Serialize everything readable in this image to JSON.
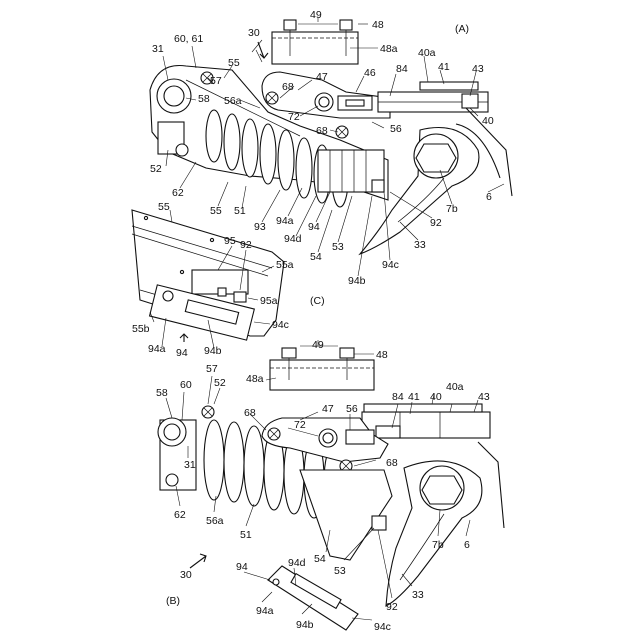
{
  "views": {
    "A": {
      "caption": "(A)",
      "labels": {
        "l49": "49",
        "l48": "48",
        "l30": "30",
        "l31": "31",
        "l6061": "60, 61",
        "l55": "55",
        "l48a": "48a",
        "l40a": "40a",
        "l57": "57",
        "l47": "47",
        "l46": "46",
        "l84": "84",
        "l41": "41",
        "l43": "43",
        "l68": "68",
        "l56a": "56a",
        "l58": "58",
        "l72": "72",
        "l40": "40",
        "l68b": "68",
        "l56": "56",
        "l52": "52",
        "l62": "62",
        "l55b": "55",
        "l51": "51",
        "l93": "93",
        "l94a": "94a",
        "l94d": "94d",
        "l94": "94",
        "l53": "53",
        "l54": "54",
        "l94b": "94b",
        "l94c": "94c",
        "l92": "92",
        "l33": "33",
        "l7b": "7b",
        "l6": "6"
      }
    },
    "C": {
      "caption": "(C)",
      "labels": {
        "l55": "55",
        "l95": "95",
        "l92": "92",
        "l55a": "55a",
        "l95a": "95a",
        "l55b": "55b",
        "l94c": "94c",
        "l94a": "94a",
        "l94": "94",
        "l94b": "94b"
      }
    },
    "B": {
      "caption": "(B)",
      "labels": {
        "l49": "49",
        "l48": "48",
        "l48a": "48a",
        "l57": "57",
        "l84": "84",
        "l41": "41",
        "l40a": "40a",
        "l43": "43",
        "l58": "58",
        "l60": "60",
        "l52": "52",
        "l47": "47",
        "l56": "56",
        "l40": "40",
        "l68": "68",
        "l72": "72",
        "l31": "31",
        "l68b": "68",
        "l62": "62",
        "l7b": "7b",
        "l6": "6",
        "l56a": "56a",
        "l51": "51",
        "l54": "54",
        "l53": "53",
        "l33": "33",
        "l92": "92",
        "l30": "30",
        "l94": "94",
        "l94d": "94d",
        "l94a": "94a",
        "l94b": "94b",
        "l94c": "94c"
      }
    }
  }
}
